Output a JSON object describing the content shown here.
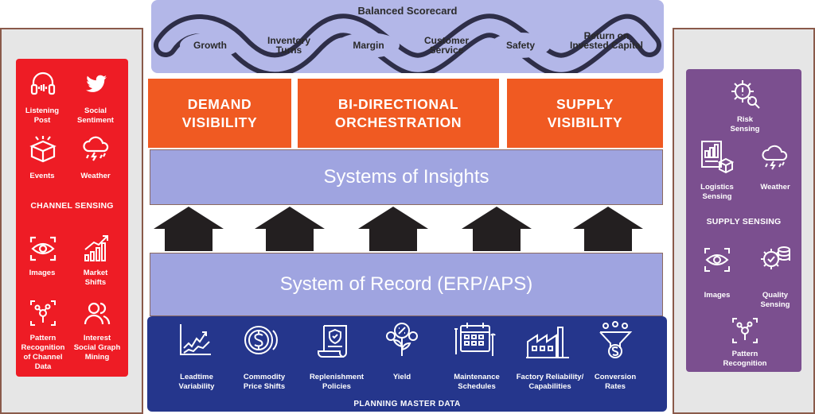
{
  "scorecard": {
    "title": "Balanced Scorecard",
    "items": [
      {
        "label": "Growth"
      },
      {
        "label": "Inventory Turns"
      },
      {
        "label": "Margin"
      },
      {
        "label": "Customer Service"
      },
      {
        "label": "Safety"
      },
      {
        "label": "Return on Invested Capital"
      }
    ]
  },
  "orange_boxes": {
    "demand": "DEMAND VISIBILITY",
    "orchestration": "BI-DIRECTIONAL ORCHESTRATION",
    "supply": "SUPPLY VISIBILITY"
  },
  "bands": {
    "insights": "Systems of Insights",
    "record": "System of Record (ERP/APS)"
  },
  "channel_sensing": {
    "title": "CHANNEL SENSING",
    "items": [
      {
        "label": "Listening Post",
        "icon": "headphones-icon"
      },
      {
        "label": "Social Sentiment",
        "icon": "twitter-bird-icon"
      },
      {
        "label": "Events",
        "icon": "gift-box-icon"
      },
      {
        "label": "Weather",
        "icon": "storm-cloud-icon"
      },
      {
        "label": "Images",
        "icon": "eye-scan-icon"
      },
      {
        "label": "Market Shifts",
        "icon": "bar-growth-icon"
      },
      {
        "label": "Pattern Recognition of Channel Data",
        "icon": "pattern-network-icon"
      },
      {
        "label": "Interest Social Graph Mining",
        "icon": "people-icon"
      }
    ]
  },
  "supply_sensing": {
    "title": "SUPPLY SENSING",
    "items": [
      {
        "label": "Risk Sensing",
        "icon": "risk-gear-icon"
      },
      {
        "label": "Logistics Sensing",
        "icon": "logistics-document-icon"
      },
      {
        "label": "Weather",
        "icon": "storm-cloud-icon"
      },
      {
        "label": "Images",
        "icon": "eye-scan-icon"
      },
      {
        "label": "Quality Sensing",
        "icon": "quality-badge-icon"
      },
      {
        "label": "Pattern Recognition",
        "icon": "pattern-network-icon"
      }
    ]
  },
  "planning": {
    "title": "PLANNING MASTER DATA",
    "items": [
      {
        "label": "Leadtime Variability",
        "icon": "line-chart-icon"
      },
      {
        "label": "Commodity Price Shifts",
        "icon": "dollar-coin-icon"
      },
      {
        "label": "Replenishment Policies",
        "icon": "policy-scroll-icon"
      },
      {
        "label": "Yield",
        "icon": "growth-plant-icon"
      },
      {
        "label": "Maintenance Schedules",
        "icon": "calendar-tools-icon"
      },
      {
        "label": "Factory Reliability/ Capabilities",
        "icon": "factory-icon"
      },
      {
        "label": "Conversion Rates",
        "icon": "conversion-funnel-icon"
      }
    ]
  },
  "colors": {
    "channel_card": "#ee1c25",
    "supply_card": "#7b4f8f",
    "orange": "#f05a22",
    "band": "#9fa4e0",
    "planning": "#25368c",
    "scorecard": "#b3b7e8"
  }
}
